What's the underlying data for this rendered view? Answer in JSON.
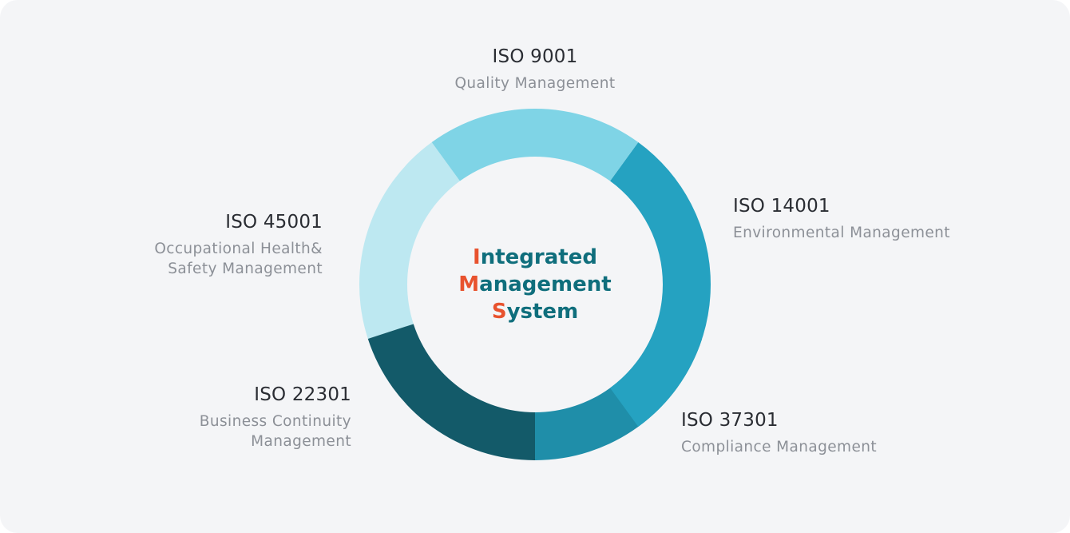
{
  "colors": {
    "background": "#f4f5f7",
    "quality": "#7fd4e6",
    "environmental": "#25a2c1",
    "compliance": "#1f8ea9",
    "continuity": "#135a69",
    "health_safety": "#bde8f1",
    "title_teal": "#0f6e7c",
    "title_initial": "#e8522e"
  },
  "center": {
    "line1_initial": "I",
    "line1_rest": "ntegrated",
    "line2_initial": "M",
    "line2_rest": "anagement",
    "line3_initial": "S",
    "line3_rest": "ystem"
  },
  "standards": [
    {
      "code": "ISO 9001",
      "desc_lines": [
        "Quality Management"
      ]
    },
    {
      "code": "ISO 14001",
      "desc_lines": [
        "Environmental Management"
      ]
    },
    {
      "code": "ISO 37301",
      "desc_lines": [
        "Compliance Management"
      ]
    },
    {
      "code": "ISO 22301",
      "desc_lines": [
        "Business Continuity",
        "Management"
      ]
    },
    {
      "code": "ISO 45001",
      "desc_lines": [
        "Occupational Health&",
        "Safety Management"
      ]
    }
  ]
}
